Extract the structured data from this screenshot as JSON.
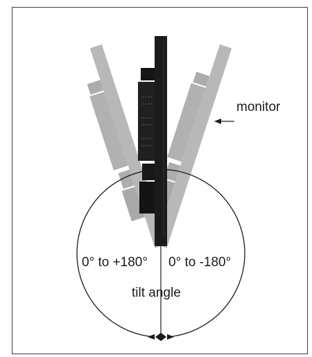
{
  "labels": {
    "monitor": "monitor",
    "left_range": "0°  to +180°",
    "right_range": "0° to -180°",
    "tilt_angle": "tilt angle"
  },
  "colors": {
    "frame": "#3a3a3a",
    "monitor_dark": "#1b1b1b",
    "monitor_ghost": "#9a9a9a",
    "line": "#1a1a1a"
  }
}
